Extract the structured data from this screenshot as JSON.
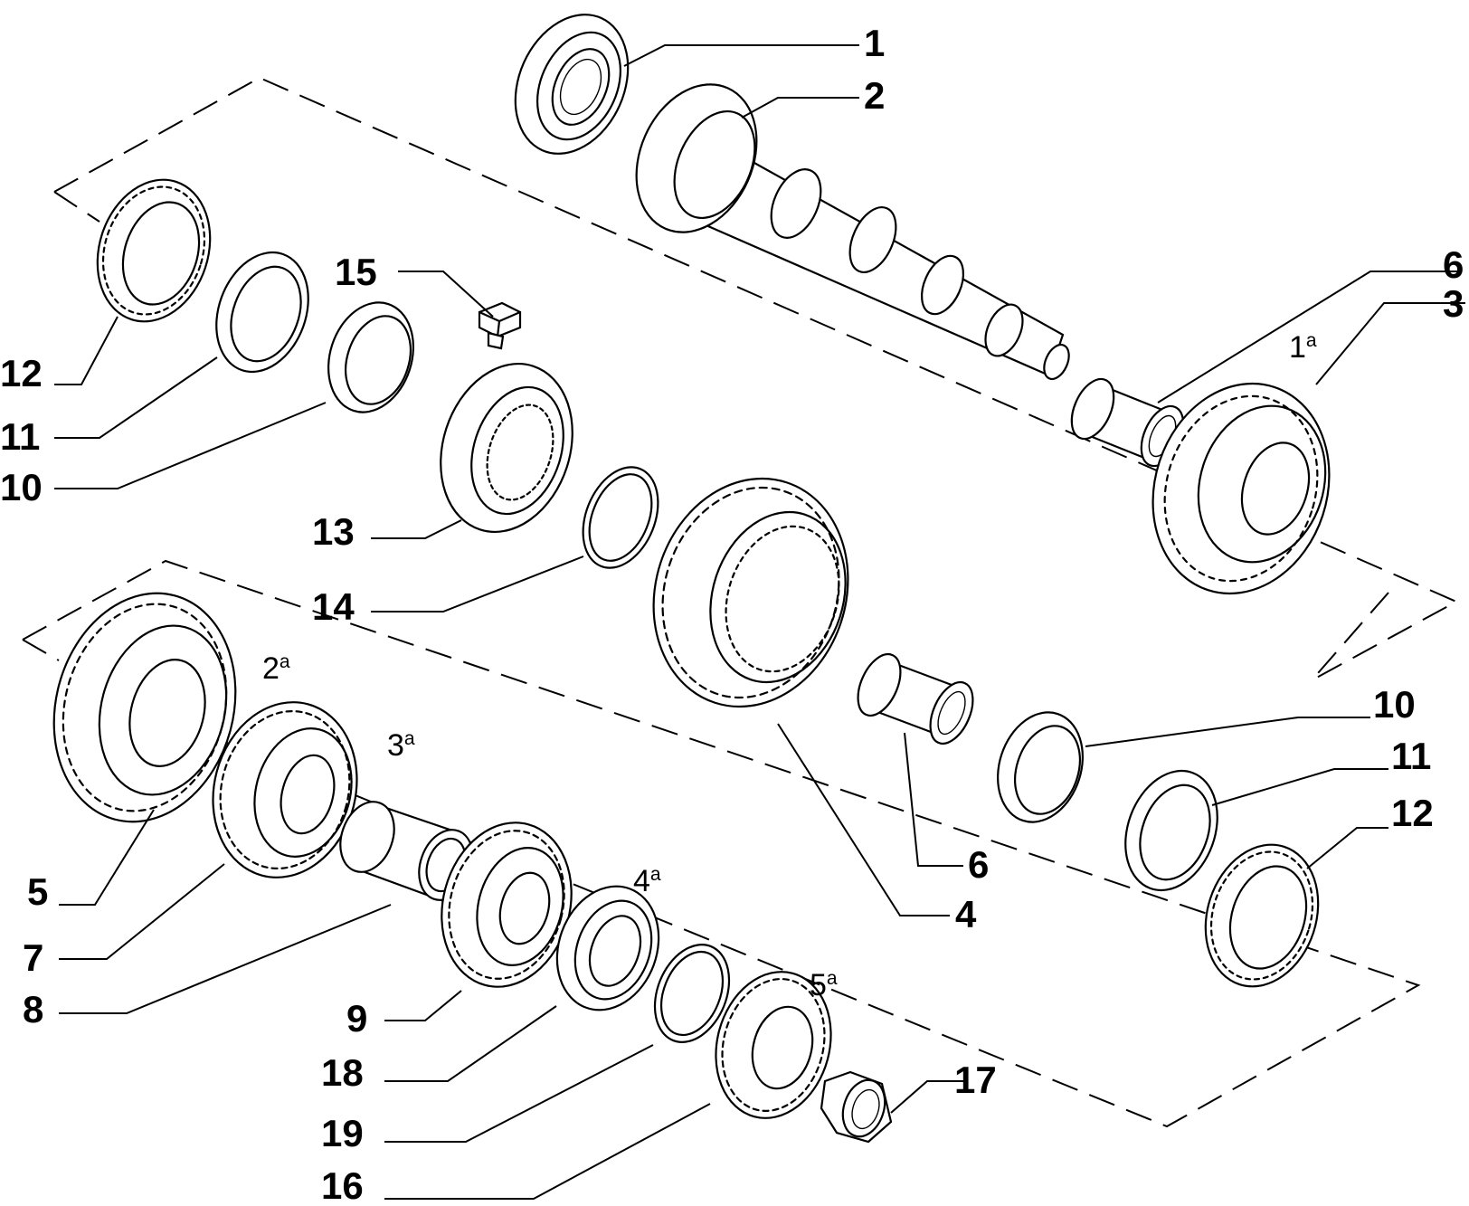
{
  "callouts": [
    "1",
    "2",
    "3",
    "4",
    "5",
    "6",
    "6",
    "7",
    "8",
    "9",
    "10",
    "10",
    "11",
    "11",
    "12",
    "12",
    "13",
    "14",
    "15",
    "16",
    "17",
    "18",
    "19"
  ],
  "gear_labels": [
    {
      "num": "1",
      "sup": "a"
    },
    {
      "num": "2",
      "sup": "a"
    },
    {
      "num": "3",
      "sup": "a"
    },
    {
      "num": "4",
      "sup": "a"
    },
    {
      "num": "5",
      "sup": "a"
    }
  ]
}
